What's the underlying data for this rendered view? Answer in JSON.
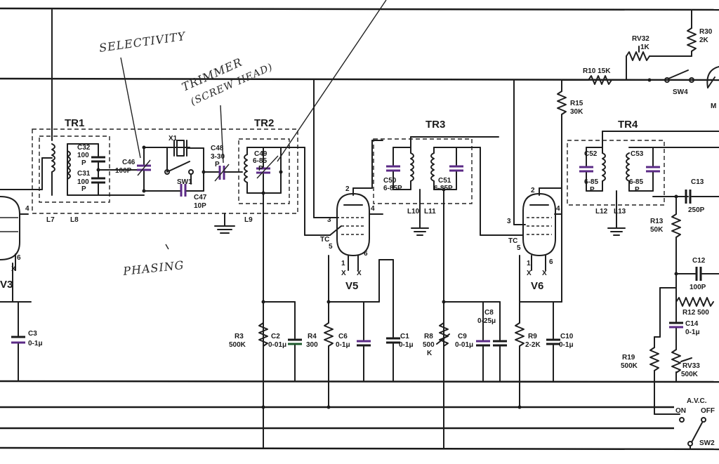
{
  "annotations": {
    "selectivity": "SELECTIVITY",
    "trimmer": "TRIMMER",
    "screw_head": "(SCREW HEAD)",
    "phasing": "PHASING"
  },
  "transformers": {
    "tr1": "TR1",
    "tr2": "TR2",
    "tr3": "TR3",
    "tr4": "TR4"
  },
  "valves": {
    "v3": "V3",
    "v5": "V5",
    "v6": "V6"
  },
  "components": {
    "c32": [
      "C32",
      "100",
      "P"
    ],
    "c31": [
      "C31",
      "100",
      "P"
    ],
    "c46": [
      "C46",
      "100P"
    ],
    "x1": "X1",
    "c48": [
      "C48",
      "3-30",
      "P"
    ],
    "sw1": "SW1",
    "c47": [
      "C47",
      "10P"
    ],
    "c49": [
      "C49",
      "6-85",
      "P"
    ],
    "c50": [
      "C50",
      "6-85P"
    ],
    "c51": [
      "C51",
      "6-85P"
    ],
    "c52": [
      "C52",
      "6-85",
      "P"
    ],
    "c53": [
      "C53",
      "6-85",
      "P"
    ],
    "l7": "L7",
    "l8": "L8",
    "l9": "L9",
    "l10": "L10",
    "l11": "L11",
    "l12": "L12",
    "l13": "L13",
    "r10": "R10  15K",
    "rv32": [
      "RV32",
      "1K"
    ],
    "r30": [
      "R30",
      "2K"
    ],
    "sw4": "SW4",
    "r15": [
      "R15",
      "30K"
    ],
    "c13": [
      "C13",
      "250P"
    ],
    "r13": [
      "R13",
      "50K"
    ],
    "c12": [
      "C12",
      "100P"
    ],
    "r12": "R12  500",
    "c14": [
      "C14",
      "0-1μ"
    ],
    "r19": [
      "R19",
      "500K"
    ],
    "rv33": [
      "RV33",
      "500K"
    ],
    "avc": [
      "A.V.C.",
      "ON",
      "OFF"
    ],
    "sw2": "SW2",
    "c3": [
      "C3",
      "0-1μ"
    ],
    "r3": [
      "R3",
      "500K"
    ],
    "c2": [
      "C2",
      "0-01μ"
    ],
    "r4": [
      "R4",
      "300"
    ],
    "c6": [
      "C6",
      "0-1μ"
    ],
    "c1": [
      "C1",
      "0-1μ"
    ],
    "r8": [
      "R8",
      "500",
      "K"
    ],
    "c9": [
      "C9",
      "0-01μ"
    ],
    "c8": [
      "C8",
      "0-25μ"
    ],
    "r9": [
      "R9",
      "2-2K"
    ],
    "c10": [
      "C10",
      "0-1μ"
    ]
  },
  "pins": {
    "p2": "2",
    "p3": "3",
    "p4": "4",
    "p5": "5",
    "p6": "6",
    "p1": "1",
    "tc": "TC",
    "x": "X"
  },
  "edge": {
    "m": "M"
  },
  "colors": {
    "ink": "#1a1a1a",
    "purple_capacitor": "#5b2a86",
    "green_capacitor": "#1c5a2c"
  }
}
